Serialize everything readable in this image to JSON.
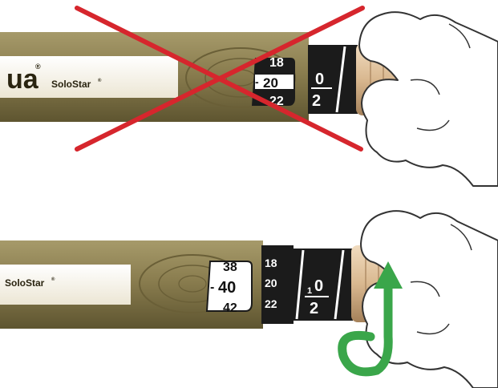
{
  "panels": [
    {
      "id": "top",
      "brand_partial": "ua",
      "brand_model": "SoloStar",
      "window": {
        "prev": "18",
        "current": "20",
        "next": "22"
      },
      "barrel": {
        "upper": "0",
        "lower": "2"
      },
      "crossed_out": true
    },
    {
      "id": "bottom",
      "brand_model": "SoloStar",
      "window": {
        "prev": "38",
        "current": "40",
        "next": "42"
      },
      "sleeve": {
        "a": "18",
        "b": "20",
        "c": "22"
      },
      "barrel": {
        "upper": "0",
        "mid": "1",
        "lower": "2"
      },
      "rotate_arrow": true
    }
  ],
  "colors": {
    "pen_olive": "#8a7d4f",
    "pen_olive_dark": "#5e5530",
    "pen_cream": "#f6f1e2",
    "window_dark": "#1b1b1b",
    "cap_tan": "#d9b890",
    "cap_brown": "#6b2f18",
    "cross_red": "#d6262d",
    "arrow_green": "#3aa64a"
  },
  "icons": {
    "cross": "x-mark-icon",
    "arrow": "curved-rotate-arrow-icon"
  }
}
